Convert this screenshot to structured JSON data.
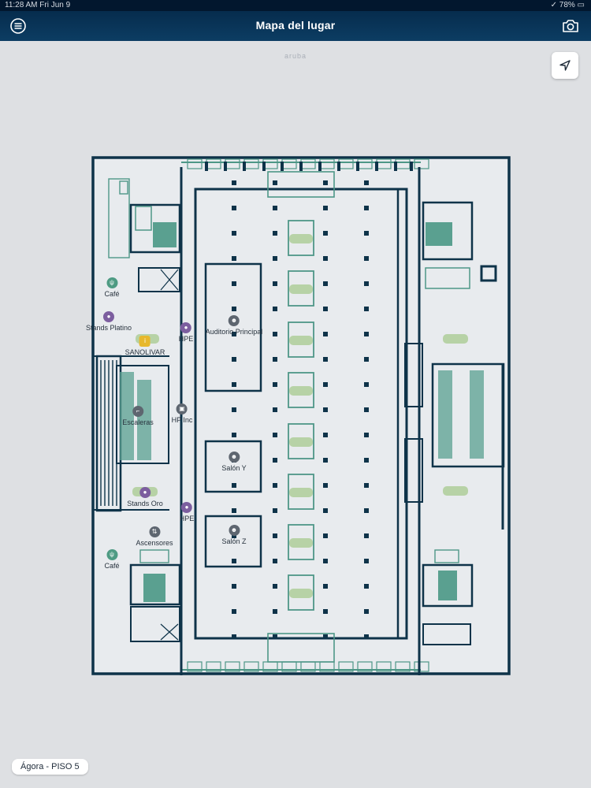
{
  "status_bar": {
    "left": "11:28 AM  Fri Jun 9",
    "right": "✓ 78% ▭"
  },
  "nav": {
    "title": "Mapa del lugar",
    "menu_icon": "hamburger-icon",
    "camera_icon": "camera-icon"
  },
  "map": {
    "watermark": "aruba",
    "locate_icon": "navigation-arrow-icon",
    "floor_label": "Ágora - PISO 5",
    "colors": {
      "wall": "#0e3349",
      "room_line": "#4e9787",
      "seat_fill": "#b7d2a6",
      "background": "#dee0e3",
      "floor": "#e8ebee"
    },
    "pois": [
      {
        "label": "Café",
        "icon": "fork-knife-icon",
        "color": "green"
      },
      {
        "label": "Stands Platino",
        "icon": "location-pin-icon",
        "color": "purple"
      },
      {
        "label": "HPE",
        "icon": "location-pin-icon",
        "color": "purple"
      },
      {
        "label": "Auditorio Principal",
        "icon": "people-icon",
        "color": "gray"
      },
      {
        "label": "SANOLIVAR",
        "icon": "info-icon",
        "color": "yellow"
      },
      {
        "label": "HP Inc",
        "icon": "booth-icon",
        "color": "gray"
      },
      {
        "label": "Escaleras",
        "icon": "stairs-icon",
        "color": "gray"
      },
      {
        "label": "Salón Y",
        "icon": "people-icon",
        "color": "gray"
      },
      {
        "label": "Stands Oro",
        "icon": "location-pin-icon",
        "color": "purple"
      },
      {
        "label": "HPE",
        "icon": "location-pin-icon",
        "color": "purple"
      },
      {
        "label": "Salón Z",
        "icon": "people-icon",
        "color": "gray"
      },
      {
        "label": "Ascensores",
        "icon": "elevator-icon",
        "color": "gray"
      },
      {
        "label": "Café",
        "icon": "fork-knife-icon",
        "color": "green"
      }
    ]
  }
}
